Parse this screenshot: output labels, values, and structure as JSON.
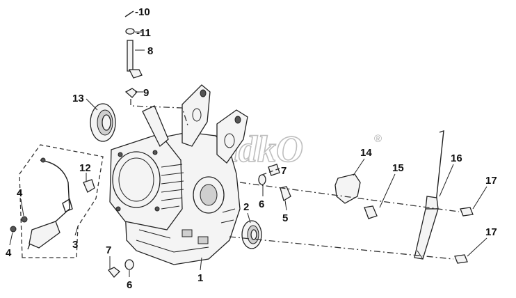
{
  "watermark": {
    "text": "QladkO",
    "registered": "®"
  },
  "callouts": [
    {
      "id": "c10",
      "number": "-10"
    },
    {
      "id": "c11",
      "number": "-11"
    },
    {
      "id": "c8",
      "number": "8"
    },
    {
      "id": "c9",
      "number": "9"
    },
    {
      "id": "c13",
      "number": "13"
    },
    {
      "id": "c12",
      "number": "12"
    },
    {
      "id": "c4a",
      "number": "4"
    },
    {
      "id": "c4b",
      "number": "4"
    },
    {
      "id": "c3",
      "number": "3"
    },
    {
      "id": "c7a",
      "number": "7"
    },
    {
      "id": "c6a",
      "number": "6"
    },
    {
      "id": "c1",
      "number": "1"
    },
    {
      "id": "c2",
      "number": "2"
    },
    {
      "id": "c7b",
      "number": "7"
    },
    {
      "id": "c6b",
      "number": "6"
    },
    {
      "id": "c5",
      "number": "5"
    },
    {
      "id": "c14",
      "number": "14"
    },
    {
      "id": "c15",
      "number": "15"
    },
    {
      "id": "c16",
      "number": "16"
    },
    {
      "id": "c17a",
      "number": "17"
    },
    {
      "id": "c17b",
      "number": "17"
    }
  ]
}
